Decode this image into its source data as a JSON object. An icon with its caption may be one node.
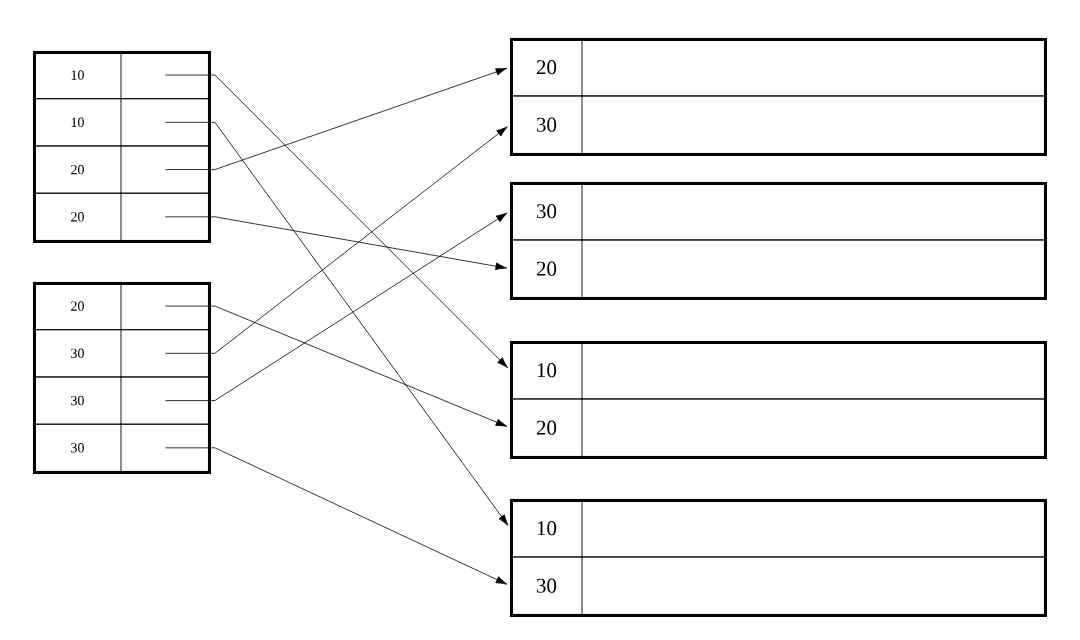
{
  "diagram": {
    "nodes": [
      {
        "text": [],
        "shape": "box"
      },
      {
        "text": [
          "10"
        ],
        "in": 0
      },
      {
        "text": [
          "10"
        ],
        "in": 0
      },
      {
        "text": [
          "20"
        ],
        "in": 0
      },
      {
        "text": [
          "20"
        ],
        "in": 0
      },
      {
        "text": [],
        "shape": "box"
      },
      {
        "text": [
          "20"
        ],
        "in": 5
      },
      {
        "text": [
          "30"
        ],
        "in": 5
      },
      {
        "text": [
          "30"
        ],
        "in": 5
      },
      {
        "text": [
          "30"
        ],
        "in": 5
      },
      {
        "text": [],
        "shape": "box"
      },
      {
        "text": [
          "20"
        ],
        "in": 10
      },
      {
        "text": [
          "30"
        ],
        "in": 10
      },
      {
        "text": [],
        "shape": "box"
      },
      {
        "text": [
          "30"
        ],
        "in": 13
      },
      {
        "text": [
          "20"
        ],
        "in": 13
      },
      {
        "text": [],
        "shape": "box"
      },
      {
        "text": [
          "10"
        ],
        "in": 16
      },
      {
        "text": [
          "20"
        ],
        "in": 16
      },
      {
        "text": [],
        "shape": "box"
      },
      {
        "text": [
          "10"
        ],
        "in": 19
      },
      {
        "text": [
          "30"
        ],
        "in": 19
      }
    ],
    "edges": [
      {
        "from": 1,
        "to": 17,
        "arrow": "to"
      },
      {
        "from": 2,
        "to": 20,
        "arrow": "to"
      },
      {
        "from": 3,
        "to": 11,
        "arrow": "to"
      },
      {
        "from": 4,
        "to": 15,
        "arrow": "to"
      },
      {
        "from": 6,
        "to": 18,
        "arrow": "to"
      },
      {
        "from": 7,
        "to": 12,
        "arrow": "to"
      },
      {
        "from": 8,
        "to": 14,
        "arrow": "to"
      },
      {
        "from": 9,
        "to": 21,
        "arrow": "to"
      }
    ]
  }
}
